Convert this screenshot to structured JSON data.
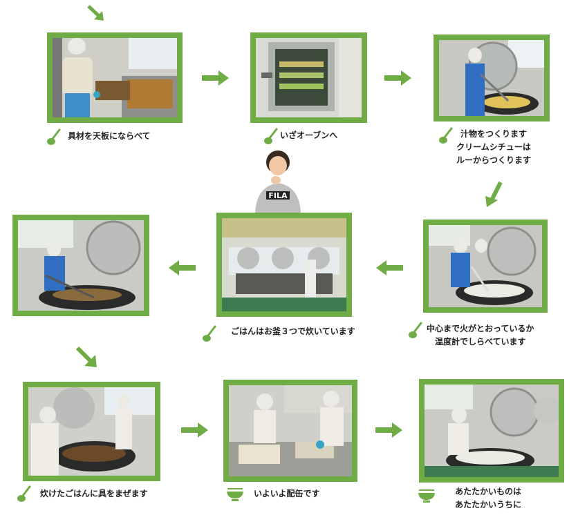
{
  "colors": {
    "accent": "#6fac46",
    "text": "#222222"
  },
  "steps": [
    {
      "id": "s1",
      "caption": [
        "具材を天板にならべて"
      ],
      "icon": "spoon-icon"
    },
    {
      "id": "s2",
      "caption": [
        "いざオーブンへ"
      ],
      "icon": "spoon-icon"
    },
    {
      "id": "s3",
      "caption": [
        "汁物をつくります",
        "クリームシチューは",
        "ルーからつくります"
      ],
      "icon": "spoon-icon"
    },
    {
      "id": "s4",
      "caption": [
        "中心まで火がとおっているか",
        "温度計でしらべています"
      ],
      "icon": "spoon-icon"
    },
    {
      "id": "s5",
      "caption": [
        "ごはんはお釜３つで炊いています"
      ],
      "icon": "spoon-icon"
    },
    {
      "id": "s7",
      "caption": [
        "炊けたごはんに具をまぜます"
      ],
      "icon": "spoon-icon"
    },
    {
      "id": "s8",
      "caption": [
        "いよいよ配缶です"
      ],
      "icon": "bowl-icon"
    },
    {
      "id": "s9",
      "caption": [
        "あたたかいものは",
        "あたたかいうちに"
      ],
      "icon": "bowl-icon"
    }
  ],
  "mascot": {
    "shirt_text": "FILA"
  }
}
